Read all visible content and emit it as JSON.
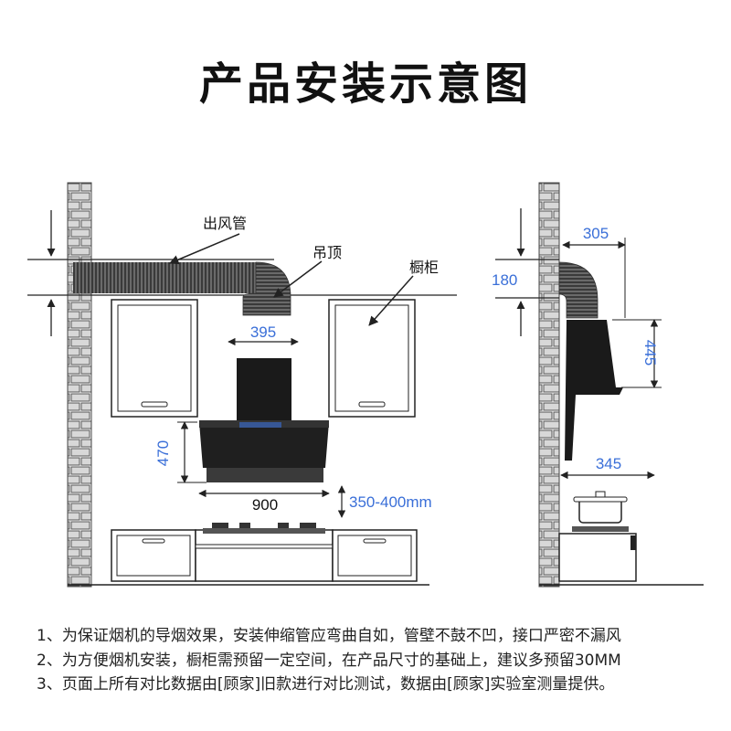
{
  "title": "产品安装示意图",
  "labels": {
    "duct": "出风管",
    "ceiling": "吊顶",
    "cabinet": "橱柜"
  },
  "dimensions": {
    "duct_width": "395",
    "hood_height": "470",
    "hood_width": "900",
    "install_gap": "350-400mm",
    "side_duct_offset": "305",
    "side_duct_height": "180",
    "side_hood_height": "445",
    "side_hood_depth": "345"
  },
  "notes": [
    "1、为保证烟机的导烟效果，安装伸缩管应弯曲自如，管壁不鼓不凹，接口严密不漏风",
    "2、为方便烟机安装，橱柜需预留一定空间，在产品尺寸的基础上，建议多预留30MM",
    "3、页面上所有对比数据由[顾家]旧款进行对比测试，数据由[顾家]实验室测量提供。"
  ],
  "colors": {
    "dimension_text": "#3a6fd8",
    "hood": "#1a1a1a",
    "brick": "#d8d8d8",
    "line": "#222222"
  }
}
